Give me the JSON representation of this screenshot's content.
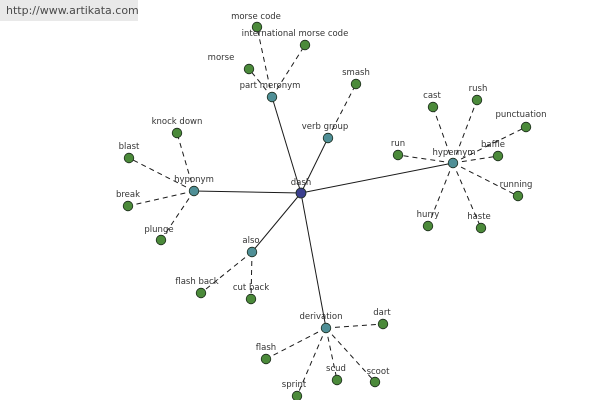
{
  "header": {
    "url": "http://www.artikata.com"
  },
  "colors": {
    "center": "#3b3f8f",
    "relation": "#4f8f96",
    "leaf": "#4b8a3a",
    "node_stroke": "#1c2b1c",
    "edge": "#1a1a1a",
    "label": "#333333"
  },
  "graph": {
    "center": {
      "id": "dash",
      "label": "dash"
    },
    "relations": [
      {
        "id": "part-meronym",
        "label": "part meronym",
        "leaves": [
          "morse code",
          "international morse code",
          "morse"
        ]
      },
      {
        "id": "verb-group",
        "label": "verb group",
        "leaves": [
          "smash"
        ]
      },
      {
        "id": "hypernym-right",
        "label": "hypernym",
        "leaves": [
          "cast",
          "rush",
          "punctuation",
          "run",
          "baffle",
          "running",
          "hurry",
          "haste"
        ]
      },
      {
        "id": "hyponym",
        "label": "hyponym",
        "leaves": [
          "knock down",
          "blast",
          "break",
          "plunge"
        ]
      },
      {
        "id": "also",
        "label": "also",
        "leaves": [
          "flash back",
          "cut back"
        ]
      },
      {
        "id": "derivation",
        "label": "derivation",
        "leaves": [
          "dart",
          "flash",
          "sprint",
          "scud",
          "scoot"
        ]
      }
    ]
  }
}
